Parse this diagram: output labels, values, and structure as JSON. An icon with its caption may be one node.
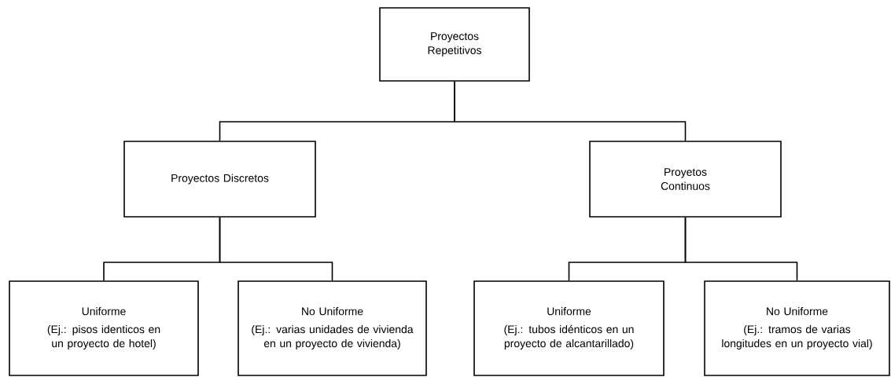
{
  "diagram": {
    "nodes": [
      {
        "text": [
          "Proyectos Repetitivos"
        ]
      },
      {
        "text": [
          "Proyectos Discretos"
        ]
      },
      {
        "text": [
          "Proyetos Continuos"
        ]
      },
      {
        "text": [
          "Uniforme",
          "(Ej.: pisos identicos en un proyecto de hotel)"
        ]
      },
      {
        "text": [
          "No Uniforme",
          "(Ej.: varias unidades de vivienda en un proyecto de vivienda)"
        ]
      },
      {
        "text": [
          "Uniforme",
          "(Ej.: tubos idénticos en un proyecto de alcantarillado)"
        ]
      },
      {
        "text": [
          "No Uniforme",
          "(Ej.: tramos de varias longitudes en un proyecto vial)"
        ]
      }
    ],
    "edges": [
      {
        "from": 0,
        "to": 1,
        "arrow": "none"
      },
      {
        "from": 0,
        "to": 2,
        "arrow": "none"
      },
      {
        "from": 1,
        "to": 3,
        "arrow": "none"
      },
      {
        "from": 1,
        "to": 4,
        "arrow": "none"
      },
      {
        "from": 2,
        "to": 5,
        "arrow": "none"
      },
      {
        "from": 2,
        "to": 6,
        "arrow": "none"
      }
    ]
  }
}
